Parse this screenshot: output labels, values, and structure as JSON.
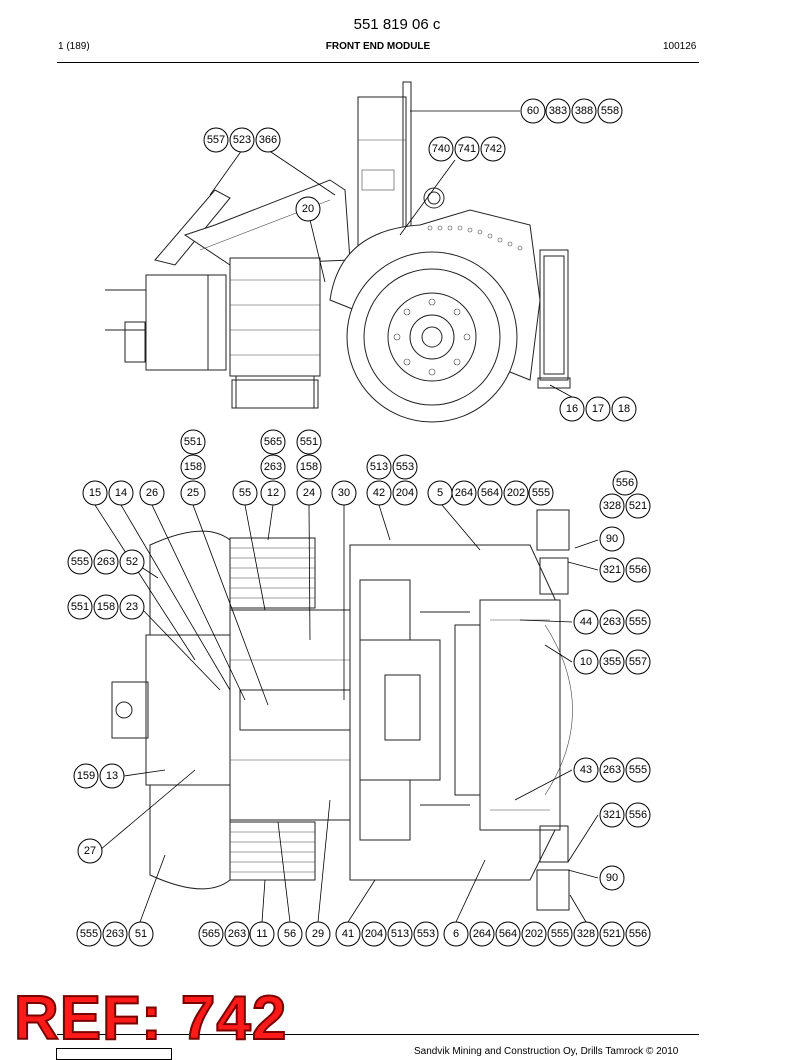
{
  "header": {
    "doc_number": "551 819 06 c",
    "page": "1 (189)",
    "module_title": "FRONT END MODULE",
    "date_code": "100126"
  },
  "callouts": [
    "60",
    "383",
    "388",
    "558",
    "557",
    "523",
    "366",
    "740",
    "741",
    "742",
    "20",
    "16",
    "17",
    "18",
    "551",
    "565",
    "551",
    "158",
    "263",
    "158",
    "513",
    "553",
    "556",
    "15",
    "14",
    "26",
    "25",
    "55",
    "12",
    "24",
    "30",
    "42",
    "204",
    "5",
    "264",
    "564",
    "202",
    "555",
    "328",
    "521",
    "90",
    "555",
    "263",
    "52",
    "321",
    "556",
    "551",
    "158",
    "23",
    "44",
    "263",
    "555",
    "10",
    "355",
    "557",
    "159",
    "13",
    "43",
    "263",
    "555",
    "321",
    "556",
    "27",
    "90",
    "555",
    "263",
    "51",
    "565",
    "263",
    "11",
    "56",
    "29",
    "41",
    "204",
    "513",
    "553",
    "6",
    "264",
    "564",
    "202",
    "555",
    "328",
    "521",
    "556"
  ],
  "ref_stamp": "REF: 742",
  "footer": {
    "copyright": "Sandvik Mining and Construction Oy, Drills Tamrock © 2010"
  }
}
